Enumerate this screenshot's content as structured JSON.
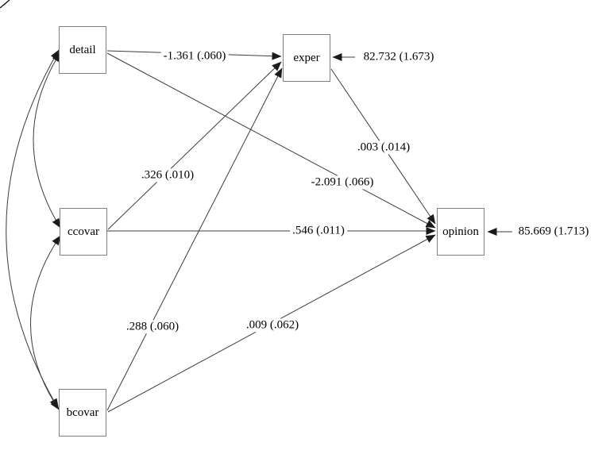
{
  "diagram": {
    "nodes": {
      "detail": {
        "label": "detail"
      },
      "exper": {
        "label": "exper"
      },
      "ccovar": {
        "label": "ccovar"
      },
      "opinion": {
        "label": "opinion"
      },
      "bcovar": {
        "label": "bcovar"
      }
    },
    "edge_labels": {
      "detail_exper": "-1.361 (.060)",
      "ccovar_exper": ".326 (.010)",
      "bcovar_exper": ".288 (.060)",
      "detail_opinion": "-2.091 (.066)",
      "ccovar_opinion": ".546 (.011)",
      "bcovar_opinion": ".009 (.062)",
      "exper_opinion": ".003 (.014)",
      "exper_mean": "82.732 (1.673)",
      "opinion_mean": "85.669 (1.713)"
    },
    "colors": {
      "line": "#3c3c3c",
      "arrowhead": "#1a1a1a",
      "box_border": "#7f7f7f",
      "text": "#000000",
      "background": "#ffffff"
    }
  }
}
